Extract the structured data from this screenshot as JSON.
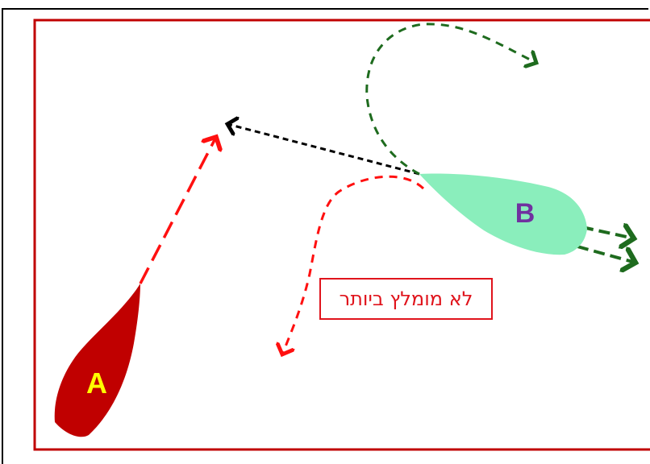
{
  "boats": [
    {
      "label": "A",
      "fill": "#c00000",
      "label_color": "#ffff00"
    },
    {
      "label": "B",
      "fill": "#8aeebc",
      "label_color": "#7030a0"
    }
  ],
  "warning": {
    "text": "לא מומלץ ביותר",
    "color": "#e0141c"
  },
  "colors": {
    "frame": "#c00000",
    "path_red": "#ff1010",
    "path_green": "#1e6b1e",
    "path_black": "#000000"
  }
}
